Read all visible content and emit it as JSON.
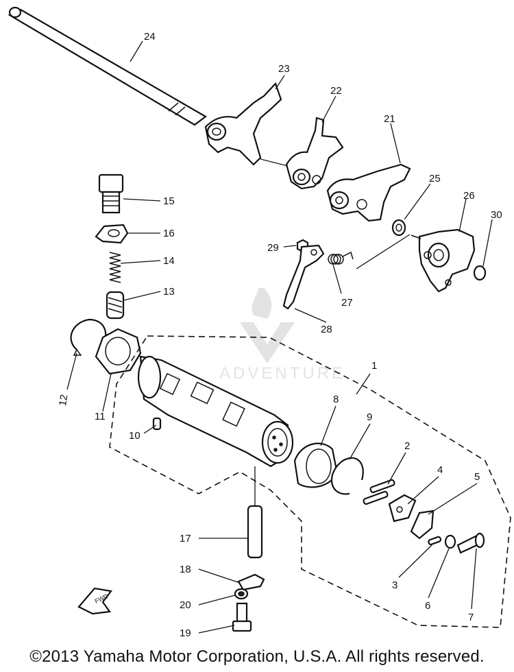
{
  "callouts": [
    {
      "id": "1",
      "label": "1"
    },
    {
      "id": "2",
      "label": "2"
    },
    {
      "id": "3",
      "label": "3"
    },
    {
      "id": "4",
      "label": "4"
    },
    {
      "id": "5",
      "label": "5"
    },
    {
      "id": "6",
      "label": "6"
    },
    {
      "id": "7",
      "label": "7"
    },
    {
      "id": "8",
      "label": "8"
    },
    {
      "id": "9",
      "label": "9"
    },
    {
      "id": "10",
      "label": "10"
    },
    {
      "id": "11",
      "label": "11"
    },
    {
      "id": "12",
      "label": "12"
    },
    {
      "id": "13",
      "label": "13"
    },
    {
      "id": "14",
      "label": "14"
    },
    {
      "id": "15",
      "label": "15"
    },
    {
      "id": "16",
      "label": "16"
    },
    {
      "id": "17",
      "label": "17"
    },
    {
      "id": "18",
      "label": "18"
    },
    {
      "id": "19",
      "label": "19"
    },
    {
      "id": "20",
      "label": "20"
    },
    {
      "id": "21",
      "label": "21"
    },
    {
      "id": "22",
      "label": "22"
    },
    {
      "id": "23",
      "label": "23"
    },
    {
      "id": "24",
      "label": "24"
    },
    {
      "id": "25",
      "label": "25"
    },
    {
      "id": "26",
      "label": "26"
    },
    {
      "id": "27",
      "label": "27"
    },
    {
      "id": "28",
      "label": "28"
    },
    {
      "id": "29",
      "label": "29"
    },
    {
      "id": "30",
      "label": "30"
    }
  ],
  "watermark_text": "ADVENTURE",
  "front_arrow_label": "FWD",
  "footer": {
    "copyright": "©2013 Yamaha Motor Corporation, U.S.A. All rights reserved."
  }
}
